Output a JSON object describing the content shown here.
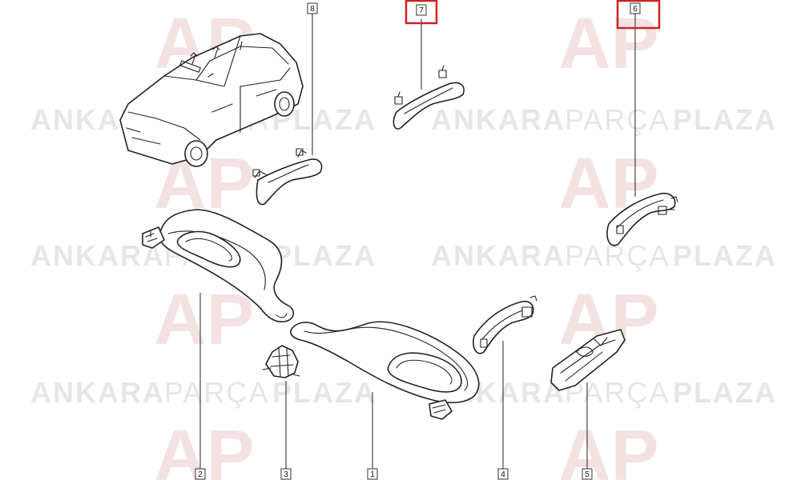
{
  "watermark": {
    "word1": "ANKARA",
    "word2": "PARÇA",
    "word3": "PLAZA",
    "logo_letters": "AP",
    "color_text": "#e6e6e6",
    "color_logo": "#f4e2e2"
  },
  "callouts": [
    {
      "label": "1"
    },
    {
      "label": "2"
    },
    {
      "label": "3"
    },
    {
      "label": "4"
    },
    {
      "label": "5"
    },
    {
      "label": "6",
      "highlighted": true
    },
    {
      "label": "7",
      "highlighted": true
    },
    {
      "label": "8"
    }
  ],
  "highlight_color": "#cc2222"
}
